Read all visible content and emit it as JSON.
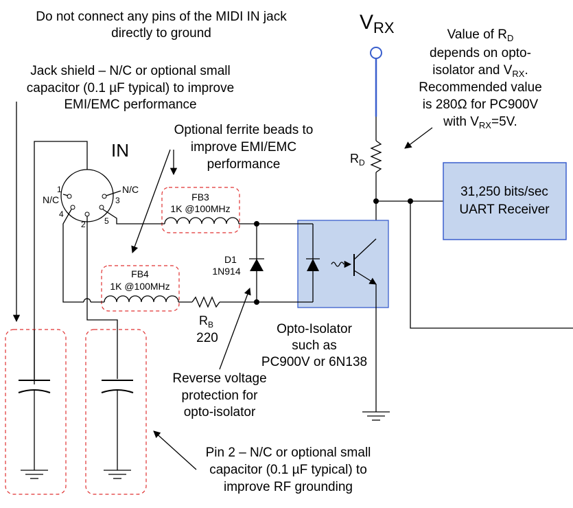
{
  "notes": {
    "midi_warning": [
      "Do not connect any pins of the MIDI IN jack",
      "directly to ground"
    ],
    "jack_shield": [
      "Jack shield – N/C or optional small",
      "capacitor (0.1 µF typical) to improve",
      "EMI/EMC performance"
    ],
    "ferrite": [
      "Optional ferrite beads to",
      "improve EMI/EMC",
      "performance"
    ],
    "rd_value": [
      "Value of R",
      "D",
      "depends on opto-",
      "isolator and V",
      "RX",
      ".",
      "Recommended value",
      "is 280Ω for PC900V",
      "with V",
      "RX",
      "=5V."
    ],
    "reverse": [
      "Reverse voltage",
      "protection for",
      "opto-isolator"
    ],
    "pin2": [
      "Pin 2 – N/C or optional small",
      "capacitor (0.1 µF typical) to",
      "improve RF grounding"
    ]
  },
  "labels": {
    "vrx_main": "V",
    "vrx_sub": "RX",
    "jack": "IN",
    "pin1": "1",
    "pin2": "2",
    "pin3": "3",
    "pin4": "4",
    "pin5": "5",
    "nc_left": "N/C",
    "nc_right": "N/C",
    "fb3_name": "FB3",
    "fb3_value": "1K @100MHz",
    "fb4_name": "FB4",
    "fb4_value": "1K @100MHz",
    "d1_name": "D1",
    "d1_part": "1N914",
    "rd_main": "R",
    "rd_sub": "D",
    "rb_main": "R",
    "rb_sub": "B",
    "rb_value": "220",
    "opto": [
      "Opto-Isolator",
      "such as",
      "PC900V or 6N138"
    ],
    "uart": [
      "31,250 bits/sec",
      "UART Receiver"
    ]
  },
  "colors": {
    "wire": "#000000",
    "vrx_wire": "#3a5fcd",
    "dashed_box": "#e03030",
    "block_fill": "#c5d5ee",
    "block_border": "#3a5fcd"
  }
}
